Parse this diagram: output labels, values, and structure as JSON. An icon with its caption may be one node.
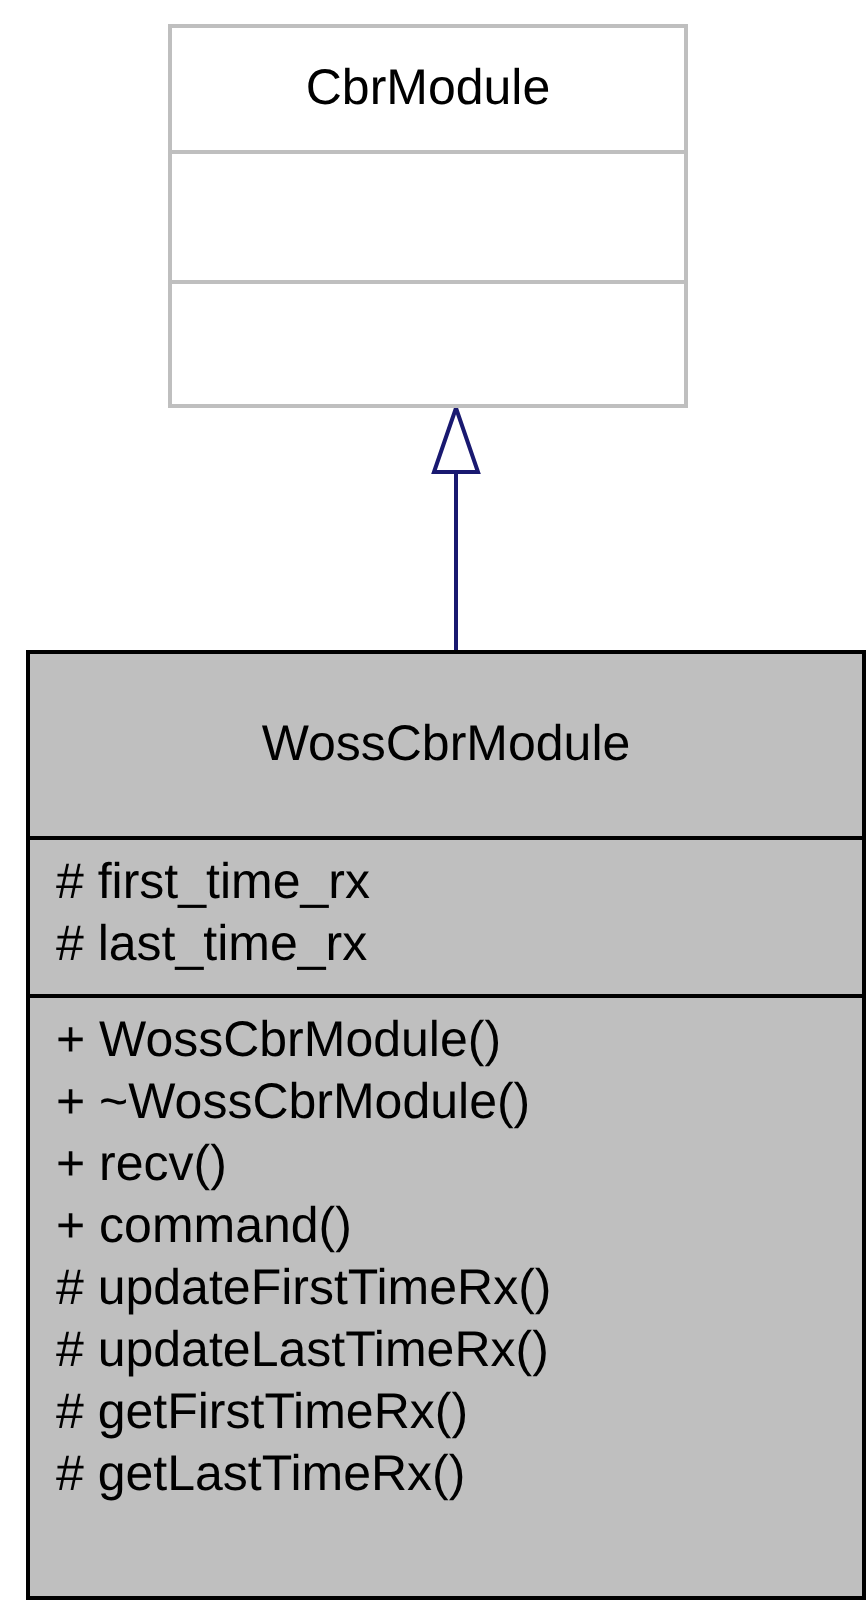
{
  "diagram": {
    "nodes": [
      {
        "text": [
          "CbrModule"
        ]
      },
      {
        "text": [
          "WossCbrModule",
          "# first_time_rx",
          "# last_time_rx",
          "+ WossCbrModule()",
          "+ ~WossCbrModule()",
          "+ recv()",
          "+ command()",
          "# updateFirstTimeRx()",
          "# updateLastTimeRx()",
          "# getFirstTimeRx()",
          "# getLastTimeRx()"
        ]
      }
    ],
    "edges": [
      {
        "from": 1,
        "to": 0,
        "arrow": "to",
        "color": "#191970"
      }
    ]
  }
}
